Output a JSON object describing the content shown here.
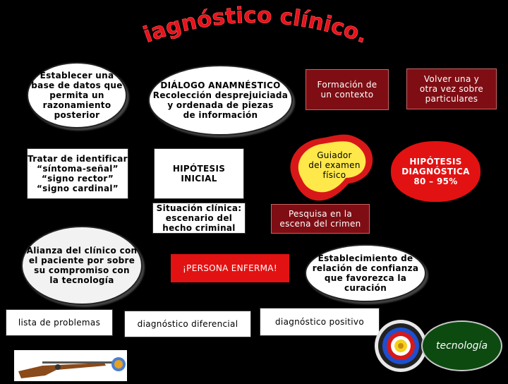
{
  "title": "Diagnóstico clínico...",
  "nodes": {
    "base_datos": "Establecer una\nbase de datos que\npermita un\nrazonamiento\nposterior",
    "dialogo": "DIÁLOGO ANAMNÉSTICO\nRecolección desprejuiciada\ny ordenada de piezas\nde información",
    "formacion": "Formación de\nun contexto",
    "volver": "Volver una y\notra vez sobre\nparticulares",
    "identificar": "Tratar de identificar\n“síntoma-señal”\n“signo rector”\n“signo cardinal”",
    "hipotesis_inicial": "HIPÓTESIS\nINICIAL",
    "guiador": "Guiador\ndel examen\nfísico",
    "hipotesis_diagnostica": "HIPÓTESIS\nDIAGNÓSTICA\n80 – 95%",
    "situacion": "Situación clínica:\nescenario del\nhecho criminal",
    "pesquisa": "Pesquisa en la\nescena del crimen",
    "alianza": "Alianza del clínico con\nel paciente por sobre\nsu compromiso con\nla tecnología",
    "persona": "¡PERSONA ENFERMA!",
    "establecimiento": "Establecimiento de\nrelación de confianza\nque favorezca la\ncuración",
    "lista": "lista de problemas",
    "diferencial": "diagnóstico diferencial",
    "positivo": "diagnóstico positivo",
    "tecnologia": "tecnología"
  },
  "colors": {
    "background": "#000000",
    "title_fill": "#e8121c",
    "node_dark": "#7e0e14",
    "node_red": "#e21212",
    "flame_outer": "#d81818",
    "flame_inner": "#ffe84a",
    "tech_fill": "#0d4a10"
  },
  "icons": [
    "target-icon",
    "rifle-icon"
  ]
}
